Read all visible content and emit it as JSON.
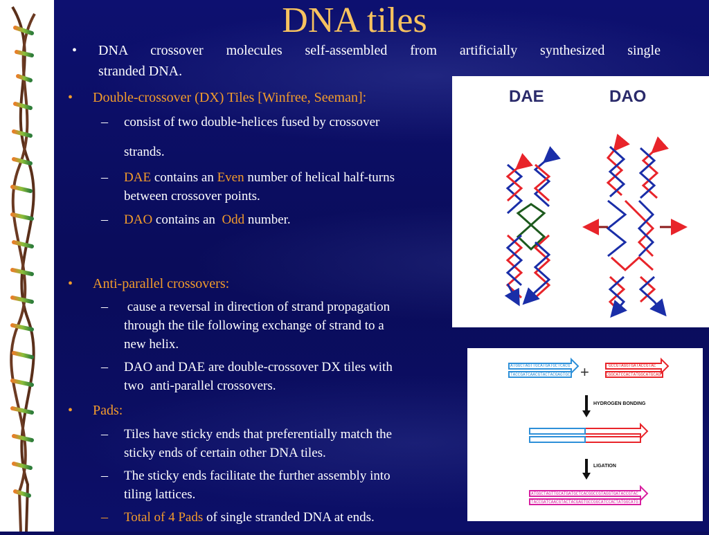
{
  "slide": {
    "title": "DNA tiles",
    "bullet1": {
      "marker": "•",
      "line1": "DNA crossover molecules self-assembled from artificially synthesized single",
      "line2": "stranded DNA."
    },
    "bullet2": {
      "marker": "•",
      "text": "Double-crossover (DX) Tiles [Winfree, Seeman]:",
      "sub1": {
        "marker": "–",
        "line1": "consist of two double-helices fused by crossover",
        "line2": "strands."
      },
      "sub2": {
        "marker": "–",
        "em1": "DAE",
        "t1": " contains an ",
        "em2": "Even",
        "t2": " number of helical half-turns",
        "line2": "between crossover points."
      },
      "sub3": {
        "marker": "–",
        "em1": "DAO",
        "t1": " contains an  ",
        "em2": "Odd",
        "t2": " number."
      }
    },
    "bullet3": {
      "marker": "•",
      "text": "Anti-parallel crossovers:",
      "sub1": {
        "marker": "–",
        "line1": " cause a reversal in direction of strand propagation",
        "line2": "through the tile following exchange of strand to a",
        "line3": "new helix."
      },
      "sub2": {
        "marker": "–",
        "line1": "DAO and DAE are double-crossover DX tiles with",
        "line2": "two  anti-parallel crossovers."
      }
    },
    "bullet4": {
      "marker": "•",
      "text": "Pads:",
      "sub1": {
        "marker": "–",
        "line1": "Tiles have sticky ends that preferentially match the",
        "line2": "sticky ends of certain other DNA tiles."
      },
      "sub2": {
        "marker": "–",
        "line1": "The sticky ends facilitate the further assembly into",
        "line2": "tiling lattices."
      },
      "sub3": {
        "marker": "–",
        "em1": "Total of 4 Pads",
        "t1": " of single stranded DNA at ends."
      }
    }
  },
  "figure_tiles": {
    "dae_label": "DAE",
    "dao_label": "DAO"
  },
  "figure_sticky": {
    "plus": "+",
    "step1": "HYDROGEN BONDING",
    "step2": "LIGATION",
    "seq_blue_top": "ATGGCTAGTTGCATGATGCTCACG",
    "seq_blue_bottom": "TACCGATCAACGTACTACGAGTGC",
    "seq_red_top": "GCCGTAGGTGATACCGTAC",
    "seq_red_bottom": "CGGCATCCACTATGGCATGCAG",
    "seq_pink_top": "ATGGCTAGTTGCATGATGCTCACGGCCGTAGGTGATACCGTAC",
    "seq_pink_bottom": "TACCGATCAACGTACTACGAGTGCCGGCATCCACTATGGCATG"
  },
  "colors": {
    "background": "#0b0d5e",
    "title": "#f7c25f",
    "accent": "#f39c2b",
    "strand_red": "#e8242a",
    "strand_blue": "#1a2ea8",
    "strand_green": "#1d5a1d",
    "strand_pink": "#d81fa0",
    "strand_lightblue": "#2d8fd8"
  }
}
